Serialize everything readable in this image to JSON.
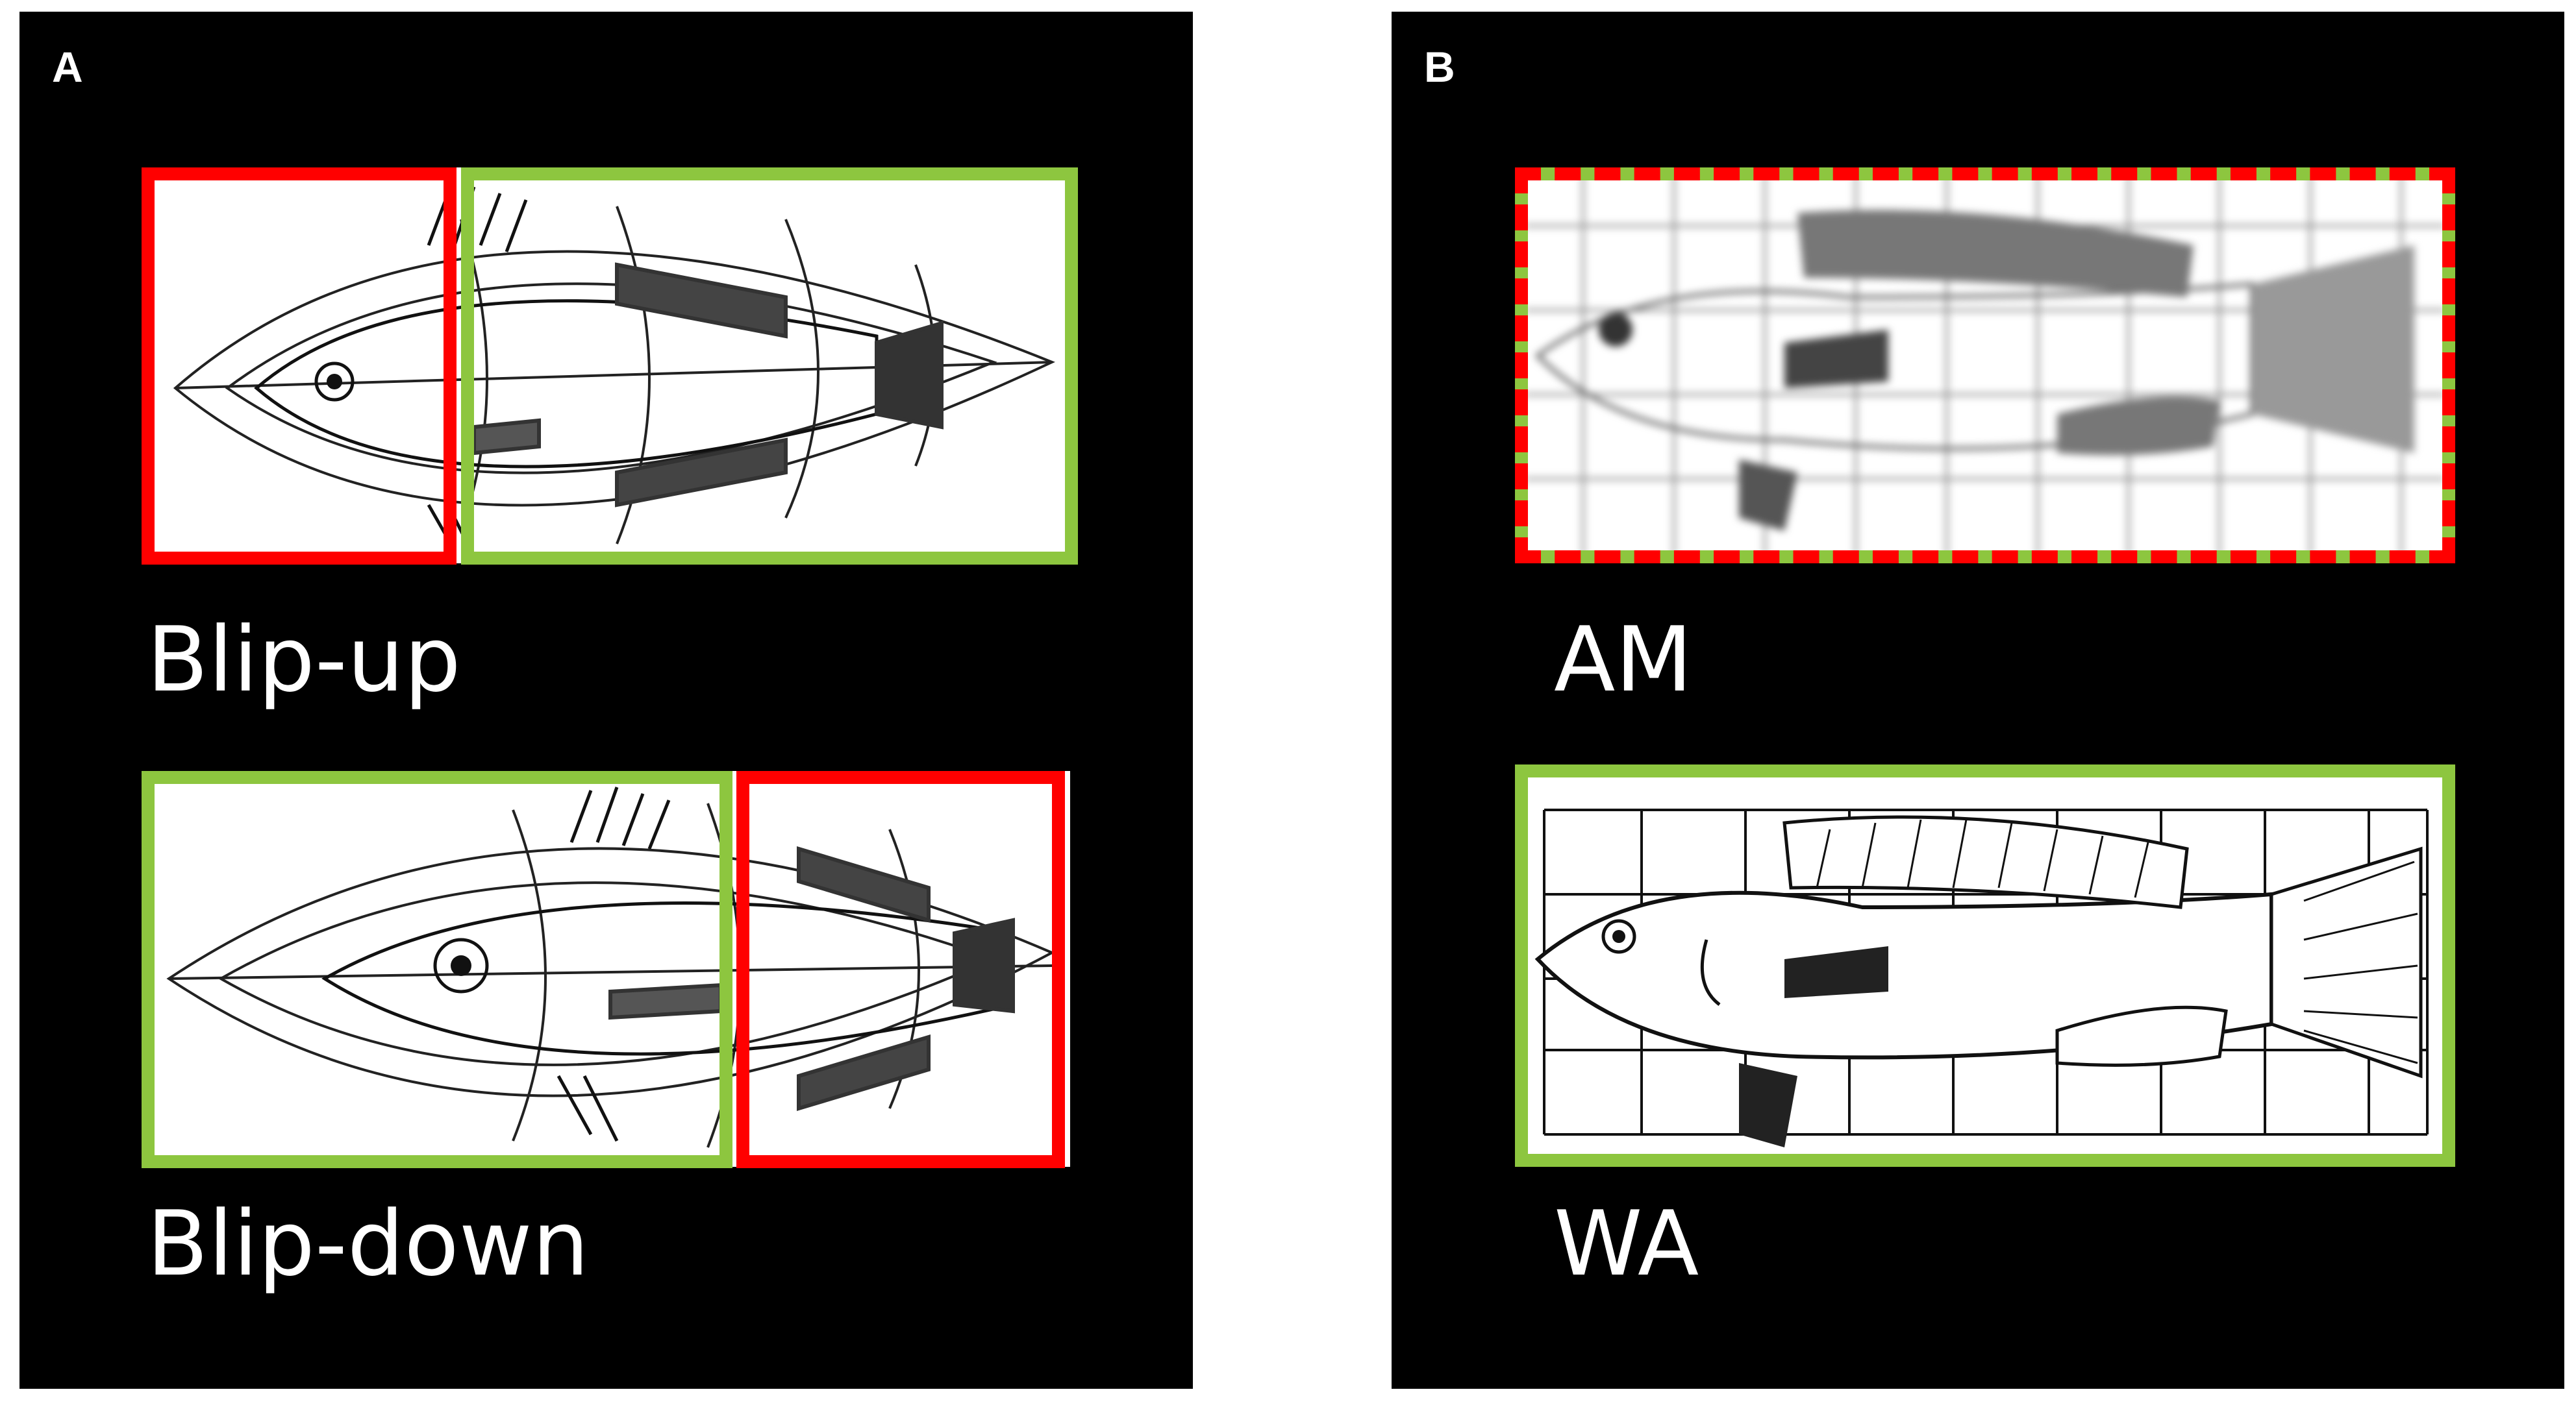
{
  "colors": {
    "background": "#000000",
    "page": "#ffffff",
    "red_frame": "#ff0000",
    "green_frame": "#8dc63f",
    "text": "#ffffff"
  },
  "panel_a": {
    "letter": "A",
    "top_caption": "Blip-up",
    "bottom_caption": "Blip-down"
  },
  "panel_b": {
    "letter": "B",
    "top_caption": "AM",
    "bottom_caption": "WA"
  }
}
